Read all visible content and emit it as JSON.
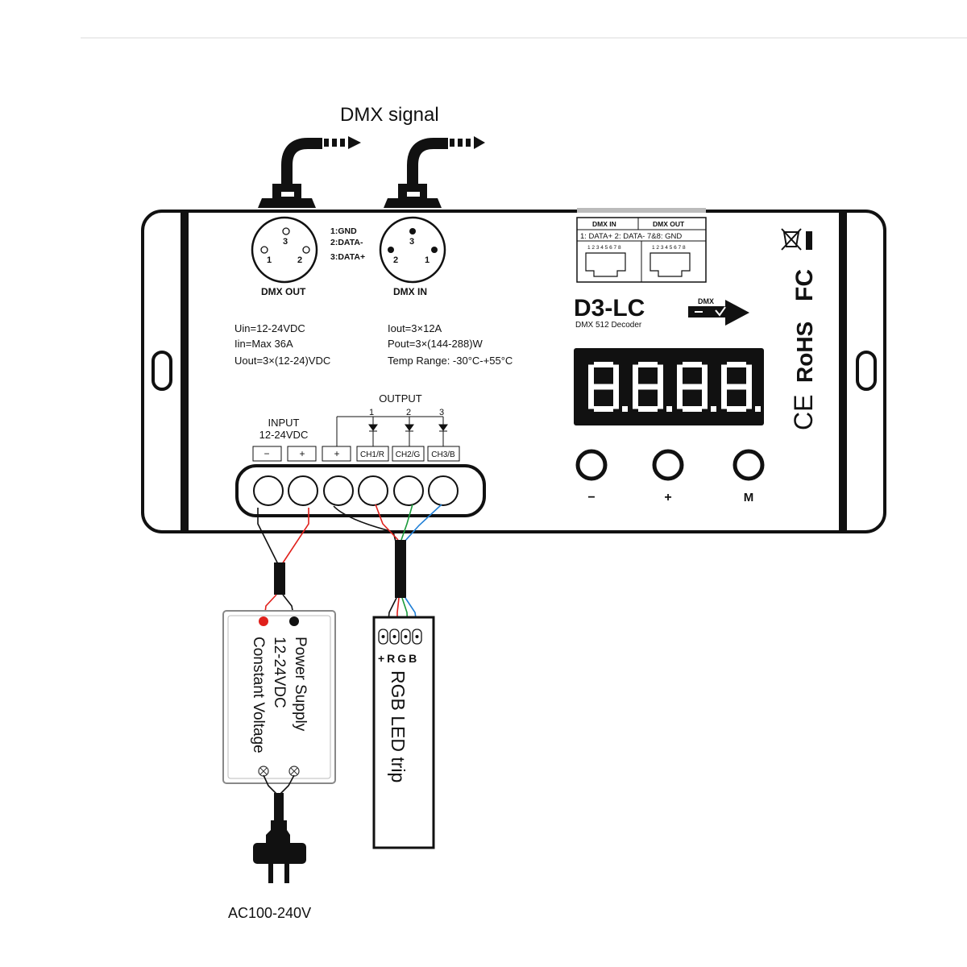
{
  "signal": {
    "label": "DMX signal"
  },
  "xlr": {
    "out": {
      "label": "DMX OUT",
      "pin1": "1",
      "pin2": "2",
      "pin3": "3"
    },
    "in": {
      "label": "DMX IN",
      "pin1": "1",
      "pin2": "2",
      "pin3": "3"
    },
    "pinout": [
      "1:GND",
      "2:DATA-",
      "3:DATA+"
    ]
  },
  "rj45": {
    "in_label": "DMX IN",
    "out_label": "DMX OUT",
    "pin_desc": "1: DATA+  2: DATA-  7&8: GND",
    "pin_numbers": "1 2 3 4 5 6 7 8"
  },
  "model": {
    "name": "D3-LC",
    "subtitle": "DMX 512 Decoder",
    "arrow_label": "DMX"
  },
  "display": {
    "digits": [
      "8",
      "8",
      "8",
      "8"
    ]
  },
  "specs": {
    "left": [
      "Uin=12-24VDC",
      "Iin=Max 36A",
      "Uout=3×(12-24)VDC"
    ],
    "right": [
      "Iout=3×12A",
      "Pout=3×(144-288)W",
      "Temp Range: -30°C-+55°C"
    ]
  },
  "terminals": {
    "input_title": "INPUT",
    "input_voltage": "12-24VDC",
    "output_title": "OUTPUT",
    "output_channels": [
      "1",
      "2",
      "3"
    ],
    "labels": [
      "−",
      "+",
      "+",
      "CH1/R",
      "CH2/G",
      "CH3/B"
    ]
  },
  "buttons": {
    "minus": "−",
    "plus": "+",
    "mode": "M"
  },
  "certifications": [
    "CE",
    "RoHS",
    "FC"
  ],
  "power_supply": {
    "line1": "Power Supply",
    "line2": "12-24VDC",
    "line3": "Constant Voltage"
  },
  "led_strip": {
    "pins": "+RGB",
    "label": "RGB LED trip"
  },
  "mains": {
    "label": "AC100-240V"
  },
  "colors": {
    "red": "#e0201b",
    "green": "#1a9a3a",
    "blue": "#1f7fd6",
    "ink": "#111111"
  }
}
